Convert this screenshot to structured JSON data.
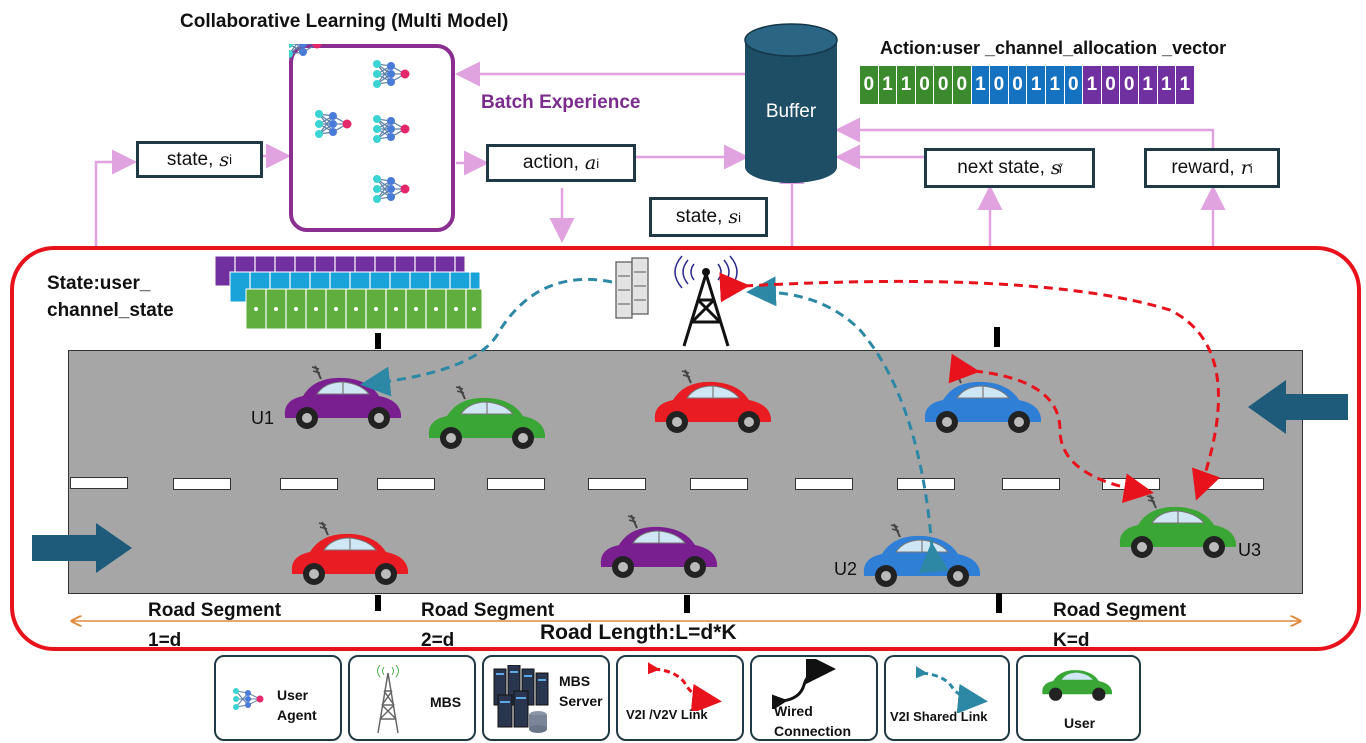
{
  "header": {
    "title": "Collaborative Learning (Multi Model)",
    "batch_label": "Batch Experience",
    "buffer_label": "Buffer",
    "action_vector_title": "Action:user _channel_allocation _vector"
  },
  "action_vector": {
    "bits": [
      0,
      1,
      1,
      0,
      0,
      0,
      1,
      0,
      0,
      1,
      1,
      0,
      1,
      0,
      0,
      1,
      1,
      1
    ],
    "groups": [
      {
        "color": "#3c8a2e",
        "count": 6
      },
      {
        "color": "#1572c0",
        "count": 6
      },
      {
        "color": "#7030a0",
        "count": 6
      }
    ]
  },
  "boxes": {
    "state_left": {
      "text": "state,",
      "sym": "s",
      "sub": "i"
    },
    "action": {
      "text": "action,",
      "sym": "a",
      "sub": "i"
    },
    "state_mid": {
      "text": "state,",
      "sym": "s",
      "sub": "i"
    },
    "next_state": {
      "text": "next state,",
      "sym": "s",
      "sub": "i",
      "prime": "′"
    },
    "reward": {
      "text": "reward,",
      "sym": "r",
      "sub": "i"
    }
  },
  "state_label": {
    "line1": "State:user_",
    "line2": "channel_state"
  },
  "users": {
    "u1": "U1",
    "u2": "U2",
    "u3": "U3"
  },
  "road": {
    "seg1_line1": "Road Segment",
    "seg1_line2": "1=d",
    "seg2_line1": "Road Segment",
    "seg2_line2": "2=d",
    "segK_line1": "Road Segment",
    "segK_line2": "K=d",
    "length": "Road Length:L=d*K"
  },
  "legend": {
    "agent": [
      "User",
      "Agent"
    ],
    "mbs": "MBS",
    "server": [
      "MBS",
      "Server"
    ],
    "v2i_link": "V2I /V2V Link",
    "wired": [
      "Wired",
      "Connection"
    ],
    "shared": "V2I Shared Link",
    "user": "User"
  },
  "colors": {
    "purple_frame": "#8a2f8f",
    "arrow_pink": "#e0a3e0",
    "env_red": "#e8121c",
    "buffer": "#1e4d66",
    "v2v_red": "#e8121c",
    "shared_teal": "#2c88a5",
    "car_purple": "#7a1f8f",
    "car_green": "#3aa636",
    "car_red": "#e81c22",
    "car_blue": "#2f7fd6"
  }
}
